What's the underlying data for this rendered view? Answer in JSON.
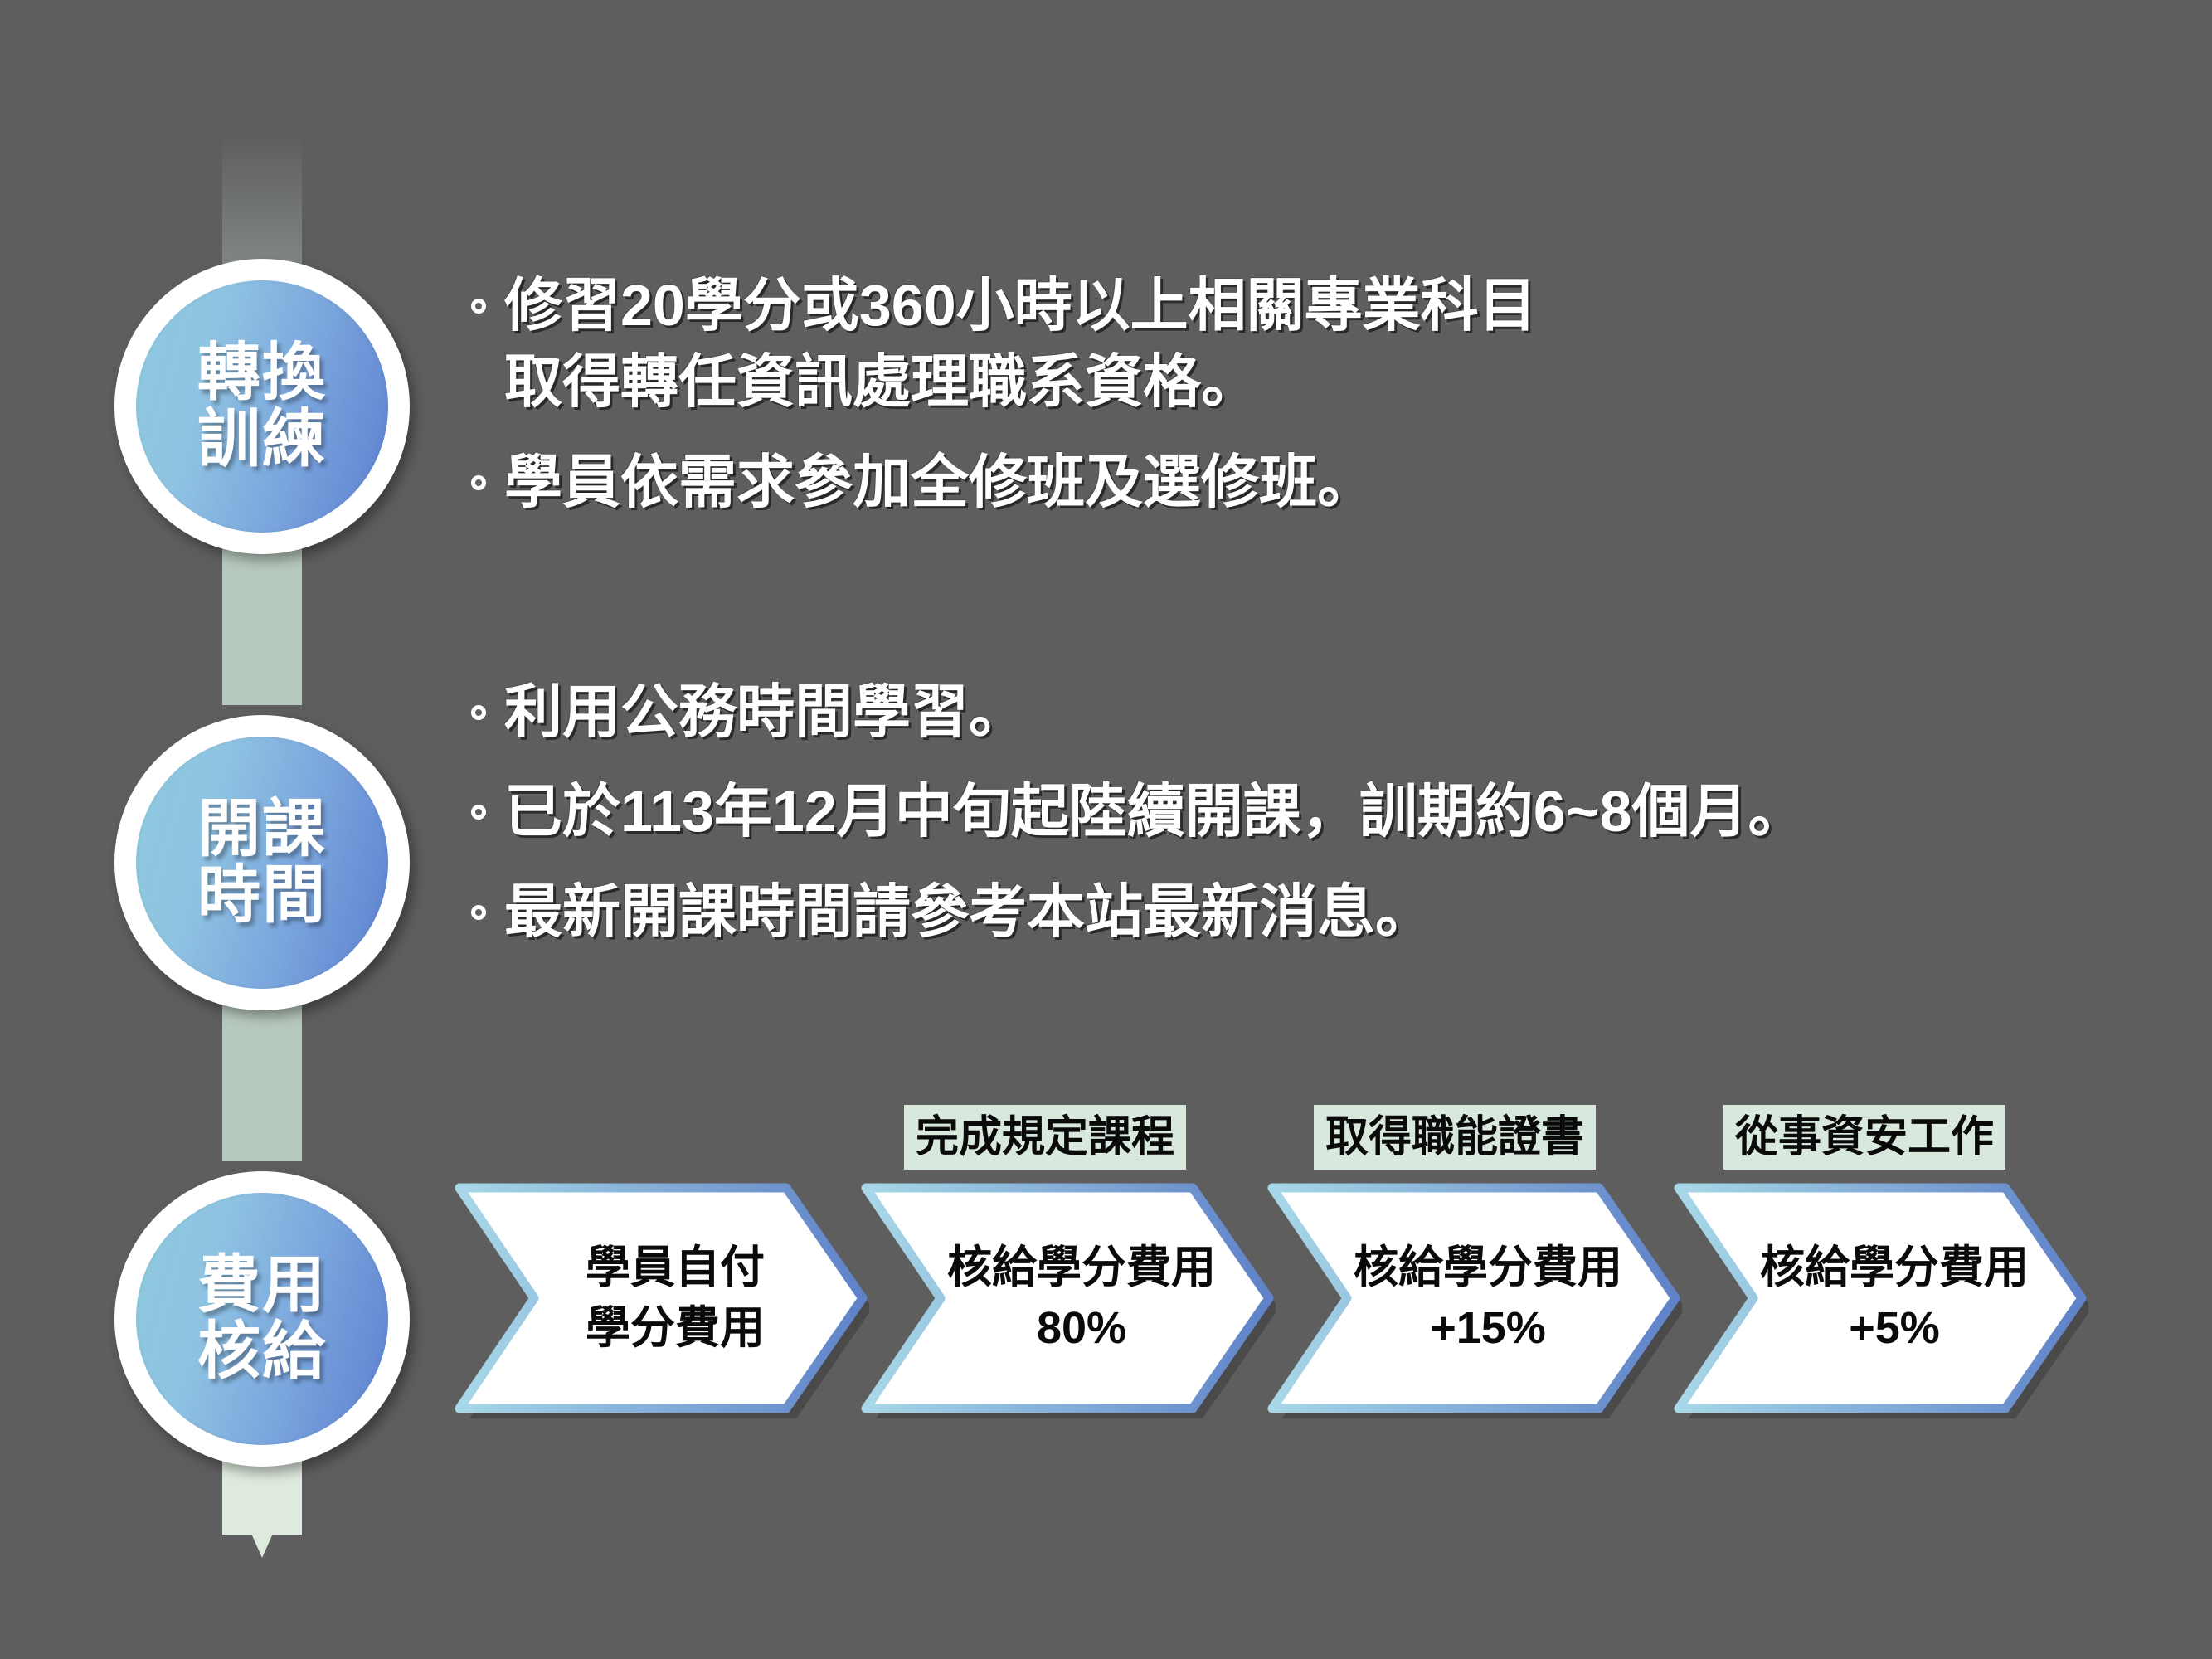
{
  "background_color": "#5e5e5e",
  "accent_colors": {
    "circle_gradient_start": "#8ecadd",
    "circle_gradient_end": "#5c7fcf",
    "connector_green": "#b7c8bc",
    "connector_green_light": "#dfeade",
    "tag_background": "#d9e8dc",
    "chevron_fill": "#ffffff",
    "chevron_border_start": "#a8d8e8",
    "chevron_border_end": "#5f82c8",
    "shadow": "#4a4a4a"
  },
  "stages": [
    {
      "id": "stage-conversion-training",
      "label_line1": "轉換",
      "label_line2": "訓練",
      "bullets": [
        "修習20學分或360小時以上相關專業科目\n取得轉任資訊處理職系資格。",
        "學員依需求參加全修班及選修班。"
      ]
    },
    {
      "id": "stage-course-schedule",
      "label_line1": "開課",
      "label_line2": "時間",
      "bullets": [
        "利用公務時間學習。",
        "已於113年12月中旬起陸續開課，訓期約6~8個月。",
        "最新開課時間請參考本站最新消息。"
      ]
    },
    {
      "id": "stage-fee-subsidy",
      "label_line1": "費用",
      "label_line2": "核給",
      "bullets": []
    }
  ],
  "process_flow": {
    "tags": [
      "完成規定課程",
      "取得職能證書",
      "從事資安工作"
    ],
    "steps": [
      {
        "line1": "學員自付",
        "line2": "學分費用"
      },
      {
        "line1": "核給學分費用",
        "line2": "80%"
      },
      {
        "line1": "核給學分費用",
        "line2": "+15%"
      },
      {
        "line1": "核給學分費用",
        "line2": "+5%"
      }
    ]
  }
}
